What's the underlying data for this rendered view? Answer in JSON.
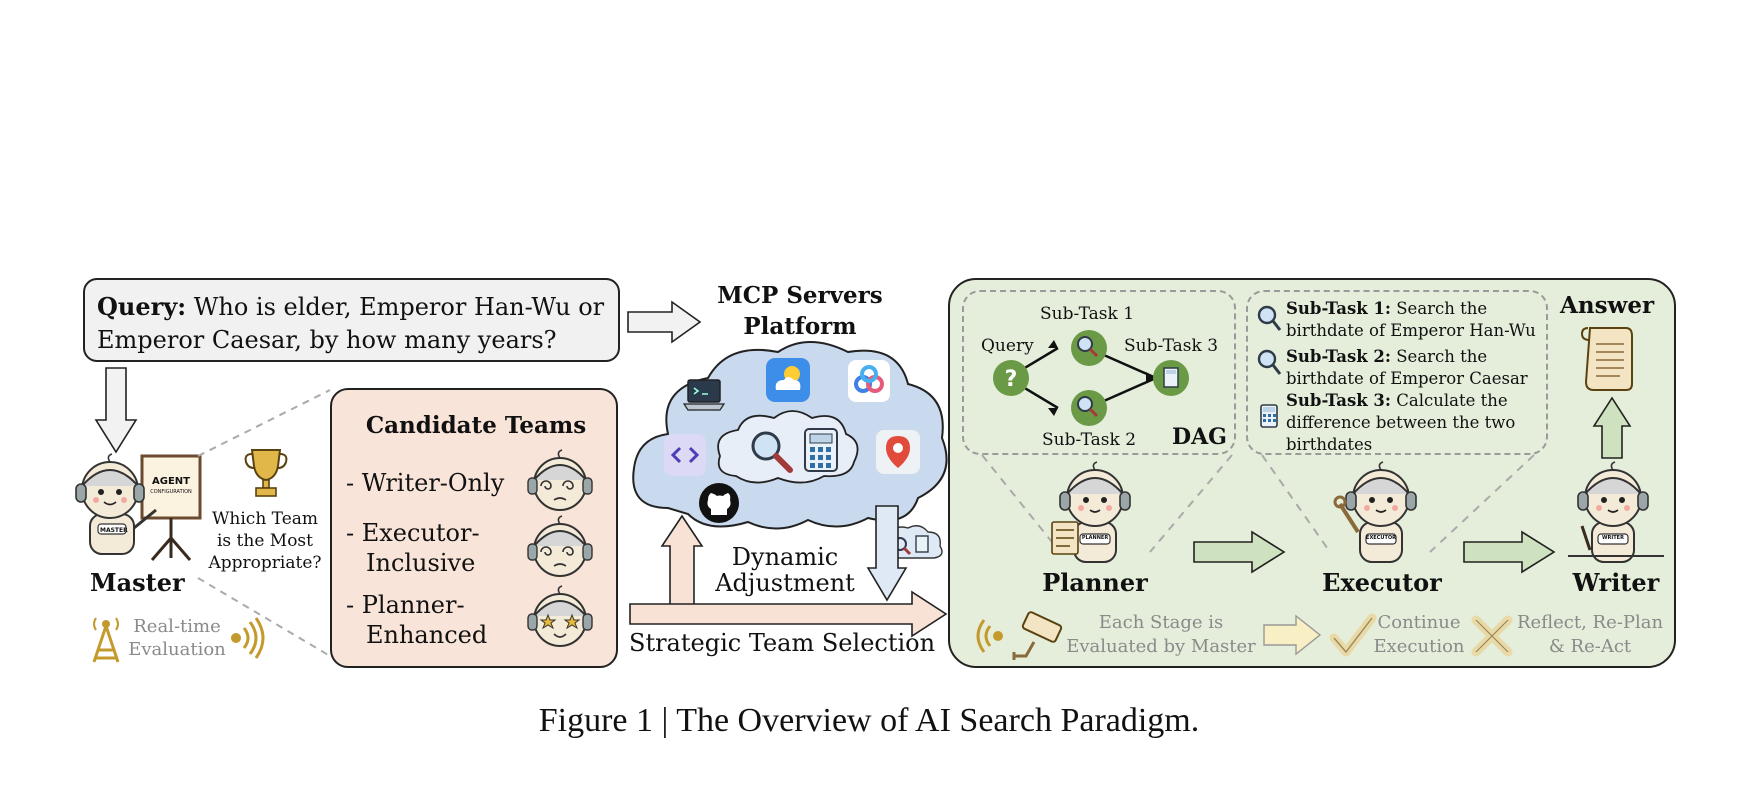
{
  "query": {
    "label": "Query:",
    "text_line1": " Who is elder, Emperor Han-Wu or",
    "text_line2": "Emperor Caesar, by how many years?"
  },
  "mcp": {
    "title_line1": "MCP Servers",
    "title_line2": "Platform",
    "dynamic_line1": "Dynamic",
    "dynamic_line2": "Adjustment",
    "icons": [
      "laptop-code-icon",
      "weather-icon",
      "cloud-drive-icon",
      "code-brackets-icon",
      "magnifier-icon",
      "calculator-icon",
      "map-pin-icon",
      "github-icon"
    ]
  },
  "master": {
    "name": "Master",
    "board_line1": "AGENT",
    "board_line2": "CONFIGURATION",
    "badge": "MASTER",
    "question_line1": "Which Team",
    "question_line2": "is the Most",
    "question_line3": "Appropriate?",
    "realtime_line1": "Real-time",
    "realtime_line2": "Evaluation"
  },
  "candidates": {
    "title": "Candidate Teams",
    "items": [
      {
        "line1": "- Writer-Only",
        "line2": ""
      },
      {
        "line1": "- Executor-",
        "line2": "Inclusive"
      },
      {
        "line1": "- Planner-",
        "line2": "Enhanced"
      }
    ]
  },
  "selection": {
    "label": "Strategic Team Selection"
  },
  "dag": {
    "query": "Query",
    "st1": "Sub-Task 1",
    "st2": "Sub-Task 2",
    "st3": "Sub-Task 3",
    "label": "DAG"
  },
  "subtasks": [
    {
      "head": "Sub-Task 1:",
      "line1": " Search the",
      "line2": "birthdate of Emperor Han-Wu"
    },
    {
      "head": "Sub-Task 2:",
      "line1": " Search the",
      "line2": "birthdate of Emperor Caesar"
    },
    {
      "head": "Sub-Task 3:",
      "line1": " Calculate the",
      "line2": "difference between the two",
      "line3": "birthdates"
    }
  ],
  "answer": {
    "label": "Answer"
  },
  "agents": {
    "planner": "Planner",
    "planner_badge": "PLANNER",
    "executor": "Executor",
    "executor_badge": "EXECUTOR",
    "writer": "Writer",
    "writer_badge": "WRITER"
  },
  "eval_row": {
    "stage_line1": "Each Stage is",
    "stage_line2": "Evaluated by Master",
    "continue_line1": "Continue",
    "continue_line2": "Execution",
    "reflect_line1": "Reflect, Re-Plan",
    "reflect_line2": "& Re-Act"
  },
  "caption": "Figure 1 | The Overview of AI Search Paradigm.",
  "colors": {
    "candidate_bg": "#f8e4d8",
    "green_bg": "#e4eedb",
    "cloud_bg": "#c9d9ee",
    "arrow_green": "#cfe2bf",
    "arrow_peach": "#f7e2d5",
    "node_green": "#6b9a47"
  }
}
